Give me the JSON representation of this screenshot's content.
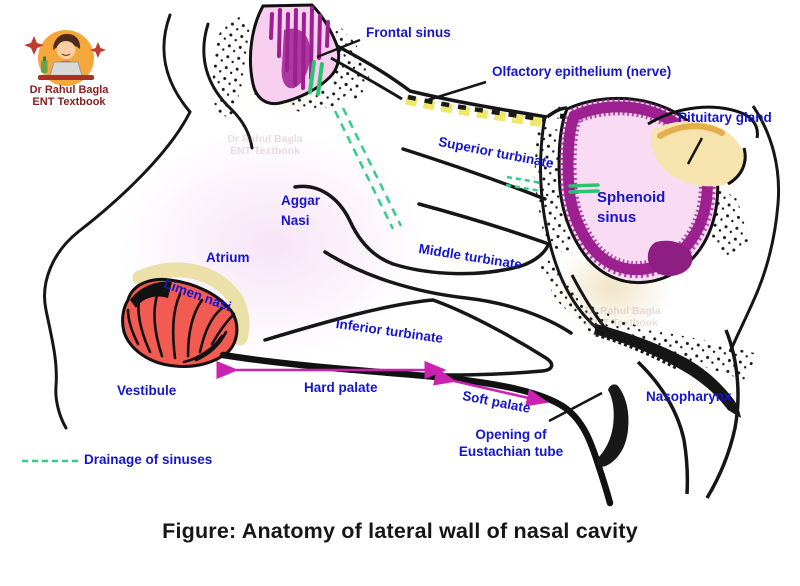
{
  "caption": "Figure: Anatomy of lateral wall of nasal cavity",
  "logo": {
    "line1": "Dr Rahul Bagla",
    "line2": "ENT Textbook"
  },
  "watermark": {
    "line1": "Dr Rahul Bagla",
    "line2": "ENT Textbook"
  },
  "legend": {
    "drainage": "Drainage of sinuses"
  },
  "labels": {
    "frontal_sinus": "Frontal sinus",
    "olfactory": "Olfactory epithelium (nerve)",
    "pituitary": "Pituitary gland",
    "superior_turbinate": "Superior turbinate",
    "sphenoid_1": "Sphenoid",
    "sphenoid_2": "sinus",
    "aggar_1": "Aggar",
    "aggar_2": "Nasi",
    "atrium": "Atrium",
    "middle_turbinate": "Middle turbinate",
    "limen_nasi": "Limen nasi",
    "inferior_turbinate": "Inferior turbinate",
    "vestibule": "Vestibule",
    "hard_palate": "Hard palate",
    "soft_palate": "Soft palate",
    "nasopharynx": "Nasopharynx",
    "eustachian_1": "Opening of",
    "eustachian_2": "Eustachian tube"
  },
  "colors": {
    "label_blue": "#1515cc",
    "arrow_magenta": "#cc22b2",
    "drainage_green": "#35cc8a",
    "sinus_pink": "#f8d4f0",
    "sinus_purple": "#9c2090",
    "olfactory_yellow": "#efe766",
    "pituitary_tan": "#f7e3ae",
    "vestibule_red": "#f25b52",
    "limen_cream": "#eae0a8",
    "logo_orange": "#f5a73c",
    "logo_red": "#c23b2e"
  }
}
